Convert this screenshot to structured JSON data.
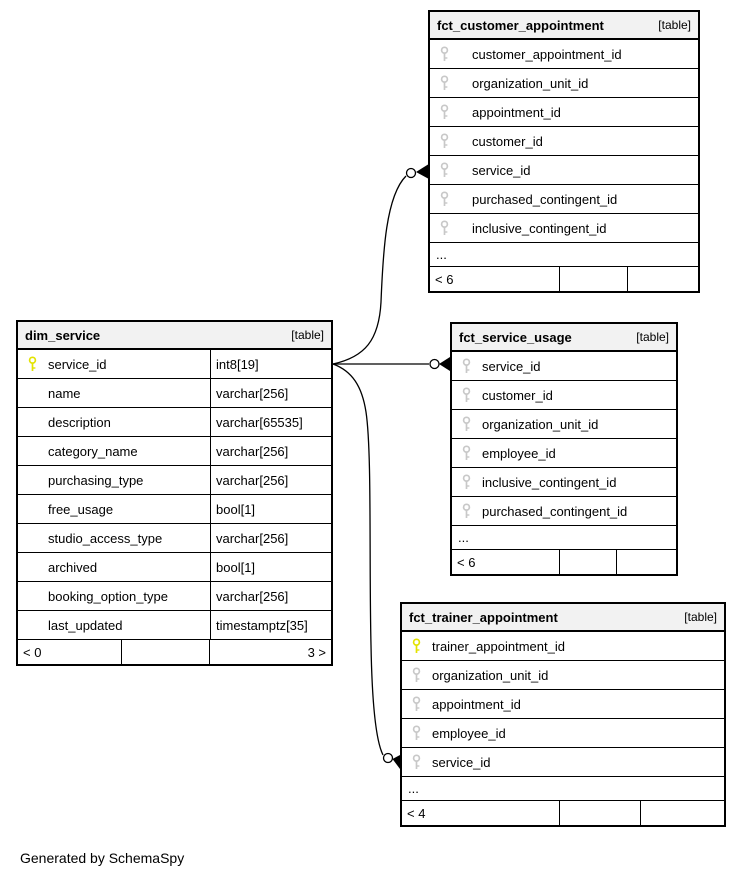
{
  "page": {
    "footer_note": "Generated by SchemaSpy"
  },
  "colors": {
    "primary_key": "#e3e300",
    "foreign_key": "#c8c8c8",
    "header_bg": "#f2f2f2",
    "border": "#000000"
  },
  "tables": {
    "customer": {
      "title": "fct_customer_appointment",
      "type_label": "[table]",
      "columns": [
        {
          "name": "customer_appointment_id",
          "key": "fk"
        },
        {
          "name": "organization_unit_id",
          "key": "fk"
        },
        {
          "name": "appointment_id",
          "key": "fk"
        },
        {
          "name": "customer_id",
          "key": "fk"
        },
        {
          "name": "service_id",
          "key": "fk"
        },
        {
          "name": "purchased_contingent_id",
          "key": "fk"
        },
        {
          "name": "inclusive_contingent_id",
          "key": "fk"
        }
      ],
      "more_indicator": "...",
      "footer": {
        "left": "< 6",
        "mid": "",
        "right": ""
      }
    },
    "dim_service": {
      "title": "dim_service",
      "type_label": "[table]",
      "columns": [
        {
          "name": "service_id",
          "type": "int8[19]",
          "key": "pk"
        },
        {
          "name": "name",
          "type": "varchar[256]",
          "key": ""
        },
        {
          "name": "description",
          "type": "varchar[65535]",
          "key": ""
        },
        {
          "name": "category_name",
          "type": "varchar[256]",
          "key": ""
        },
        {
          "name": "purchasing_type",
          "type": "varchar[256]",
          "key": ""
        },
        {
          "name": "free_usage",
          "type": "bool[1]",
          "key": ""
        },
        {
          "name": "studio_access_type",
          "type": "varchar[256]",
          "key": ""
        },
        {
          "name": "archived",
          "type": "bool[1]",
          "key": ""
        },
        {
          "name": "booking_option_type",
          "type": "varchar[256]",
          "key": ""
        },
        {
          "name": "last_updated",
          "type": "timestamptz[35]",
          "key": ""
        }
      ],
      "footer": {
        "left": "< 0",
        "mid": "",
        "right": "3 >"
      }
    },
    "service_usage": {
      "title": "fct_service_usage",
      "type_label": "[table]",
      "columns": [
        {
          "name": "service_id",
          "key": "fk"
        },
        {
          "name": "customer_id",
          "key": "fk"
        },
        {
          "name": "organization_unit_id",
          "key": "fk"
        },
        {
          "name": "employee_id",
          "key": "fk"
        },
        {
          "name": "inclusive_contingent_id",
          "key": "fk"
        },
        {
          "name": "purchased_contingent_id",
          "key": "fk"
        }
      ],
      "more_indicator": "...",
      "footer": {
        "left": "< 6",
        "mid": "",
        "right": ""
      }
    },
    "trainer": {
      "title": "fct_trainer_appointment",
      "type_label": "[table]",
      "columns": [
        {
          "name": "trainer_appointment_id",
          "key": "pk"
        },
        {
          "name": "organization_unit_id",
          "key": "fk"
        },
        {
          "name": "appointment_id",
          "key": "fk"
        },
        {
          "name": "employee_id",
          "key": "fk"
        },
        {
          "name": "service_id",
          "key": "fk"
        }
      ],
      "more_indicator": "...",
      "footer": {
        "left": "< 4",
        "mid": "",
        "right": ""
      }
    }
  },
  "relationships": [
    {
      "from": "dim_service.service_id",
      "to": "fct_customer_appointment.service_id",
      "cardinality": "zero-or-many"
    },
    {
      "from": "dim_service.service_id",
      "to": "fct_service_usage.service_id",
      "cardinality": "zero-or-many"
    },
    {
      "from": "dim_service.service_id",
      "to": "fct_trainer_appointment.service_id",
      "cardinality": "zero-or-many"
    }
  ]
}
